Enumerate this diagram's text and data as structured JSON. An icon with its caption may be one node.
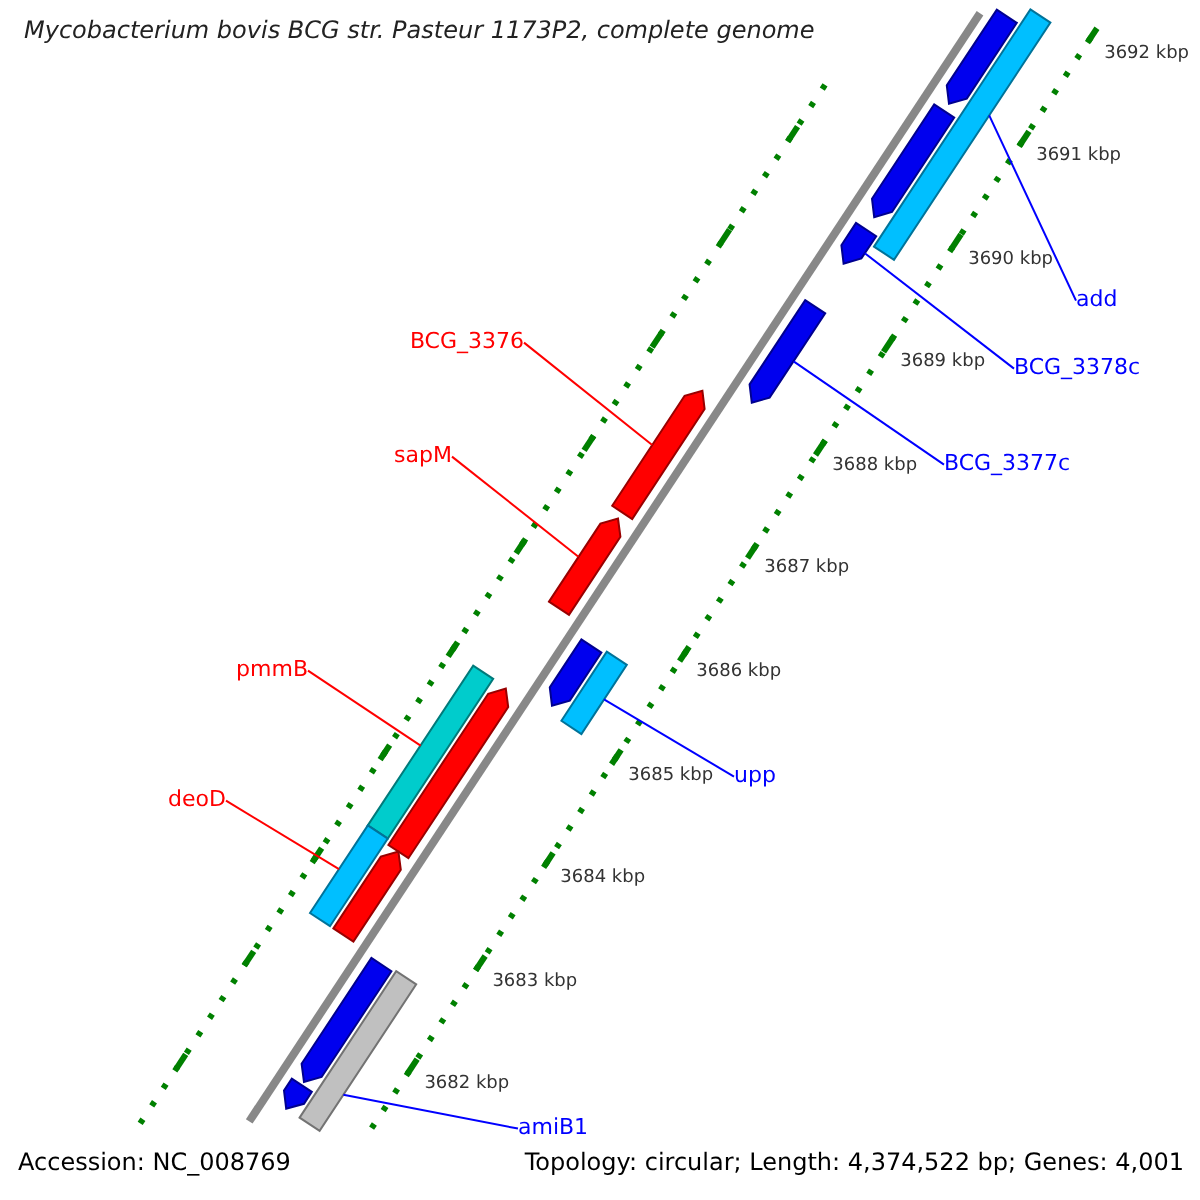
{
  "diagram": {
    "title": "Mycobacterium bovis BCG str. Pasteur 1173P2, complete genome",
    "nodes": [
      {
        "text": [
          "BCG_3376"
        ]
      },
      {
        "text": [
          "add"
        ]
      },
      {
        "text": [
          "BCG_3378c"
        ]
      },
      {
        "text": [
          "sapM"
        ]
      },
      {
        "text": [
          "BCG_3377c"
        ]
      },
      {
        "text": [
          "pmmB"
        ]
      },
      {
        "text": [
          "upp"
        ]
      },
      {
        "text": [
          "deoD"
        ]
      },
      {
        "text": [
          "amiB1"
        ]
      },
      {
        "text": [],
        "shape": "bar"
      },
      {
        "text": [],
        "shape": "pentagon"
      },
      {
        "text": [],
        "shape": "pentagon"
      },
      {
        "text": [],
        "shape": "pentagon"
      },
      {
        "text": [],
        "shape": "pentagon"
      },
      {
        "text": [],
        "shape": "pentagon"
      },
      {
        "text": [],
        "shape": "pentagon"
      },
      {
        "text": [],
        "shape": "pentagon"
      },
      {
        "text": [],
        "shape": "bar"
      },
      {
        "text": [],
        "shape": "bar"
      },
      {
        "text": [],
        "shape": "pentagon"
      },
      {
        "text": [],
        "shape": "bar"
      },
      {
        "text": [],
        "shape": "pentagon"
      },
      {
        "text": [],
        "shape": "pentagon"
      },
      {
        "text": [],
        "shape": "bar"
      },
      {
        "text": [],
        "shape": "pentagon"
      }
    ],
    "edges": [
      {
        "from": 0,
        "to": 14,
        "arrow": "none",
        "color": "#ff0000"
      },
      {
        "from": 1,
        "to": 9,
        "arrow": "none"
      },
      {
        "from": 2,
        "to": 12,
        "arrow": "none"
      },
      {
        "from": 3,
        "to": 15,
        "arrow": "none",
        "color": "#ff0000"
      },
      {
        "from": 4,
        "to": 13,
        "arrow": "none"
      },
      {
        "from": 5,
        "to": 18,
        "arrow": "none",
        "color": "#ff0000"
      },
      {
        "from": 6,
        "to": 17,
        "arrow": "none"
      },
      {
        "from": 7,
        "to": 20,
        "arrow": "none",
        "color": "#ff0000"
      },
      {
        "from": 8,
        "to": 23,
        "arrow": "none"
      }
    ],
    "labels": [
      "3692 kbp",
      "3691 kbp",
      "3690 kbp",
      "3689 kbp",
      "3688 kbp",
      "3687 kbp",
      "3686 kbp",
      "3685 kbp",
      "3684 kbp",
      "3683 kbp",
      "3682 kbp",
      "Accession: NC_008769",
      "Topology: circular; Length: 4,374,522 bp; Genes: 4,001"
    ]
  }
}
